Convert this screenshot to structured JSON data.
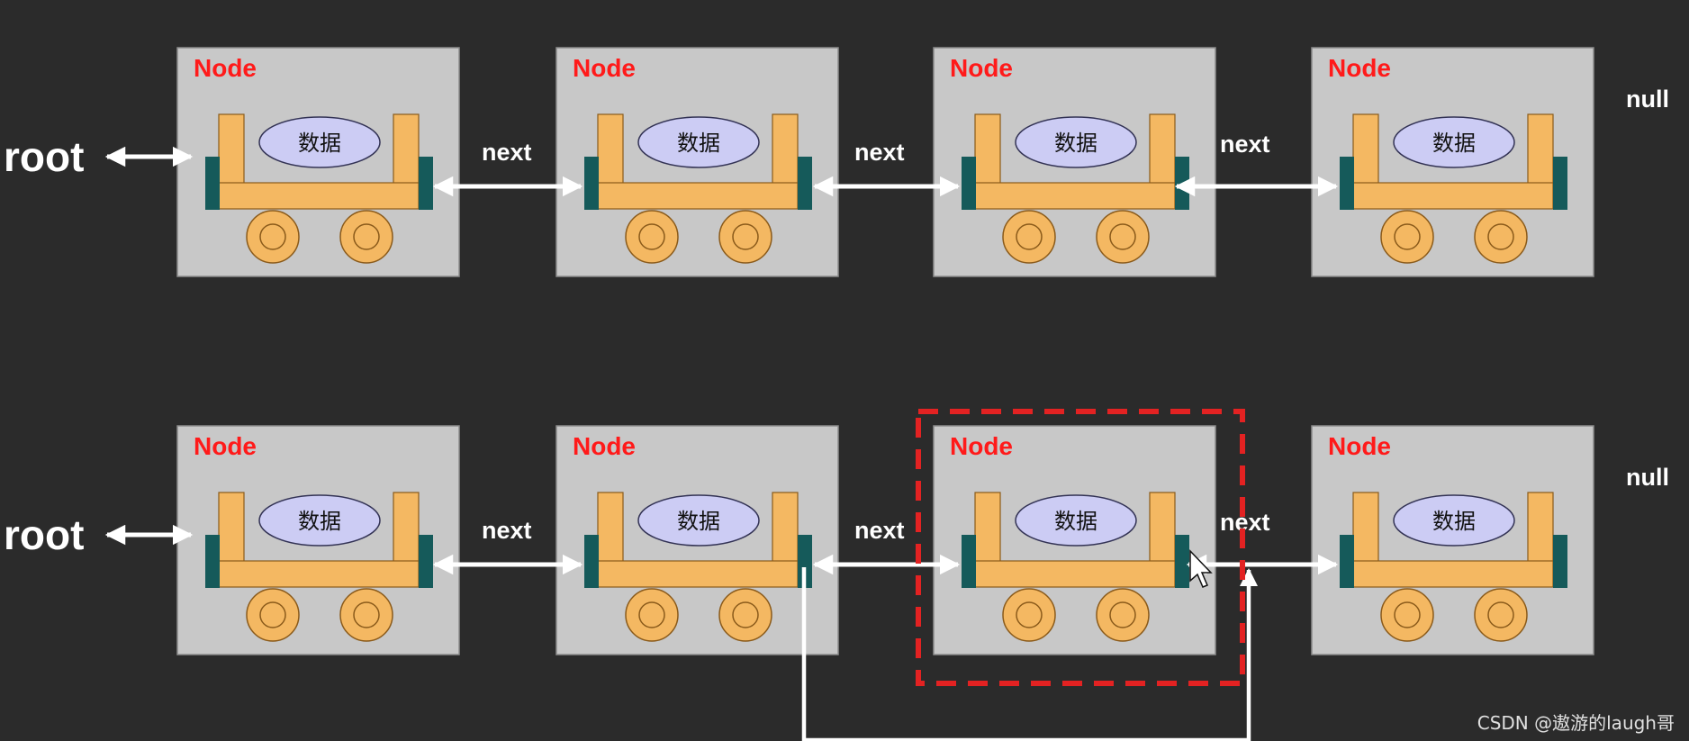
{
  "node_label": "Node",
  "data_label": "数据",
  "next_label": "next",
  "root_label": "root",
  "null_label": "null",
  "watermark": "CSDN @遨游的laugh哥",
  "colors": {
    "background": "#2b2b2b",
    "node_box": "#c8c8c8",
    "cart": "#f4b862",
    "cart_edge": "#8a5a1a",
    "cap": "#155a5a",
    "data_ellipse": "#ccccf4",
    "node_text": "#ff1a1a",
    "arrow": "#ffffff",
    "highlight": "#e32222"
  },
  "rows": [
    {
      "name": "original-list",
      "node_count": 4,
      "highlighted_node": null
    },
    {
      "name": "delete-list",
      "node_count": 4,
      "highlighted_node": 3
    }
  ],
  "icons": [
    "bidirectional-arrow-icon",
    "mouse-cursor-icon"
  ]
}
